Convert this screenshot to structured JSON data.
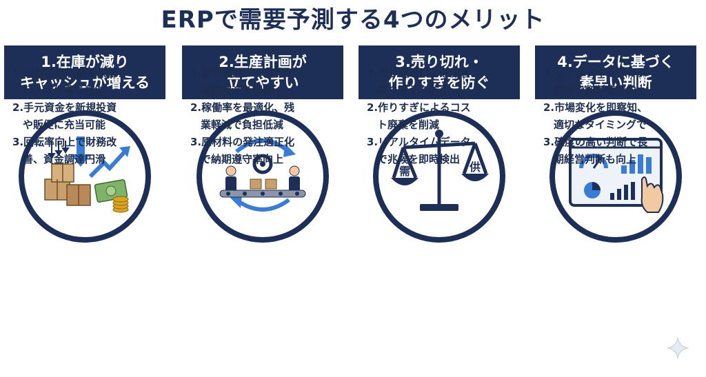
{
  "title": "ERPで需要予測する4つのメリット",
  "columns": [
    {
      "heading_line1": "1.在庫が減り",
      "heading_line2": "キャッシュが増える",
      "items": [
        "1.過剰在庫削減で保管\n　料・人件費を削減",
        "2.手元資金を新規投資\n　や販促に充当可能",
        "3.回転率向上で財務改\n　善、資金調達円滑"
      ],
      "icon": "inventory-cash-icon"
    },
    {
      "heading_line1": "2.生産計画が",
      "heading_line2": "立てやすい",
      "items": [
        "1.販売履歴データ等で\n　需要増減を把握",
        "2.稼働率を最適化、残\n　業軽減で負担低減",
        "3.原材料の発注適正化\n　で納期遵守率向上"
      ],
      "icon": "production-line-icon"
    },
    {
      "heading_line1": "3.売り切れ・",
      "heading_line2": "作りすぎを防ぐ",
      "items": [
        "1.売り切れによる顧客\n　乗り換えを防止",
        "2.作りすぎによるコス\n　ト廃棄を削減",
        "3.リアルタイムデータ\n　で兆候を即時検出"
      ],
      "icon": "balance-scale-icon",
      "scale_left": "需",
      "scale_right": "供"
    },
    {
      "heading_line1": "4.データに基づく",
      "heading_line2": "素早い判断",
      "items": [
        "1.リアルタイムデータ\n　提供で判断速度向上",
        "2.市場変化を即察知、\n　適切なタイミングで",
        "3.確度の高い判断で長\n　期経営判断も向上"
      ],
      "icon": "dashboard-icon"
    }
  ],
  "colors": {
    "navy": "#1d2f57",
    "box_bg": "#d6e3f3",
    "accent_blue": "#3a7bd5",
    "gold": "#d9a520"
  }
}
